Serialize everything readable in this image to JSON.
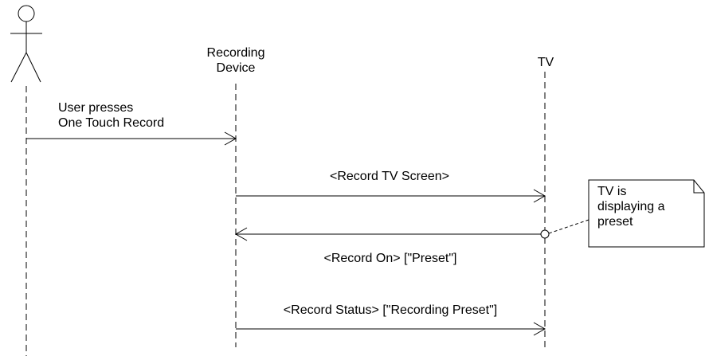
{
  "participants": {
    "actor": {
      "label": ""
    },
    "recording_device": {
      "label_line1": "Recording",
      "label_line2": "Device"
    },
    "tv": {
      "label": "TV"
    }
  },
  "messages": [
    {
      "from": "actor",
      "to": "recording_device",
      "label_line1": "User presses",
      "label_line2": "One Touch Record"
    },
    {
      "from": "recording_device",
      "to": "tv",
      "label": "<Record TV Screen>"
    },
    {
      "from": "tv",
      "to": "recording_device",
      "label": "<Record On> [\"Preset\"]"
    },
    {
      "from": "recording_device",
      "to": "tv",
      "label": "<Record Status> [\"Recording Preset\"]"
    }
  ],
  "note": {
    "line1": "TV is",
    "line2": "displaying a",
    "line3": "preset"
  }
}
